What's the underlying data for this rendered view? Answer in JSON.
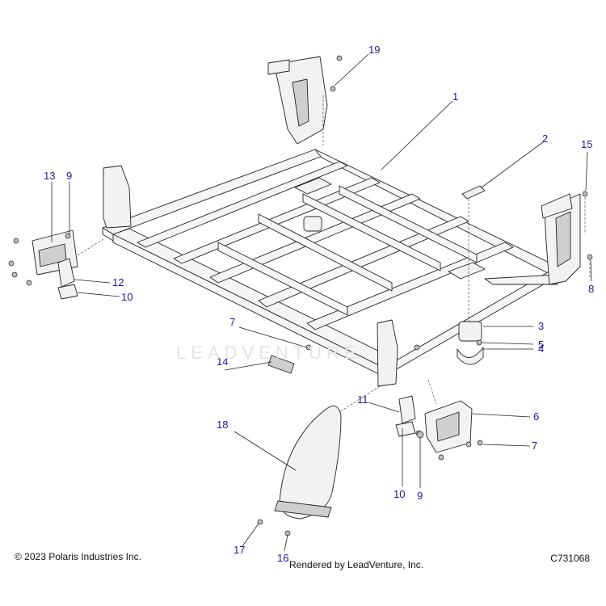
{
  "copyright": "© 2023 Polaris Industries Inc.",
  "rendered_by": "Rendered by LeadVenture, Inc.",
  "diagram_id": "C731068",
  "watermark": "LEADVENTURE",
  "callouts": {
    "c1": "1",
    "c2": "2",
    "c3": "3",
    "c4": "4",
    "c5": "5",
    "c6": "6",
    "c7a": "7",
    "c7b": "7",
    "c8": "8",
    "c9a": "9",
    "c9b": "9",
    "c10a": "10",
    "c10b": "10",
    "c11": "11",
    "c12": "12",
    "c13": "13",
    "c14": "14",
    "c15": "15",
    "c16": "16",
    "c17": "17",
    "c18": "18",
    "c19": "19"
  },
  "colors": {
    "callout": "#1a1aa6",
    "line": "#222222",
    "part_fill": "#f2f2f2"
  }
}
